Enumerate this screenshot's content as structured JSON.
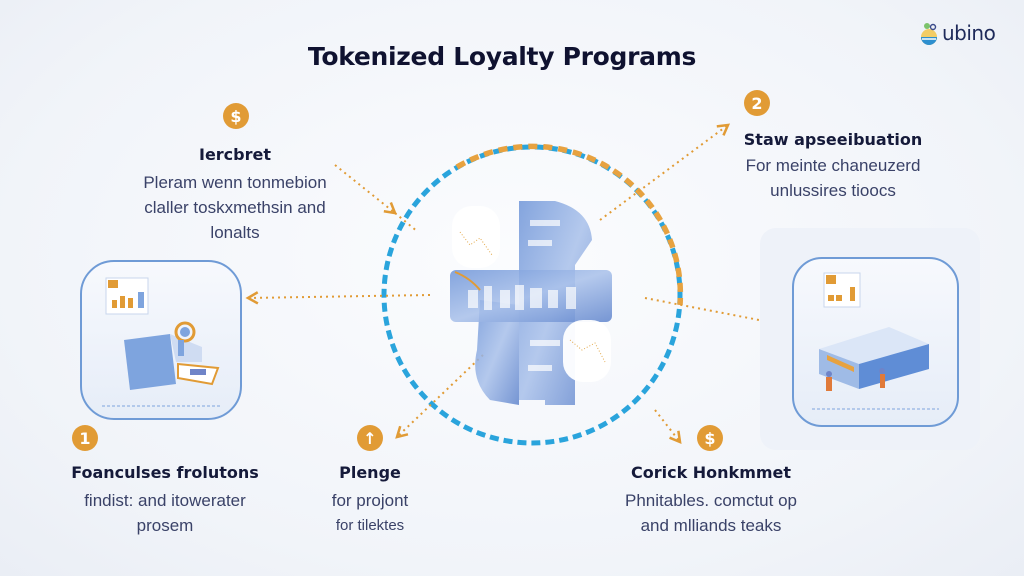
{
  "title": "Tokenized Loyalty Programs",
  "logo": {
    "text": "ubino"
  },
  "colors": {
    "accent_orange": "#e19b35",
    "ring_blue": "#2aa4dc",
    "card_blue": "#6f9bd6",
    "title": "#0f1230"
  },
  "steps": [
    {
      "badge": "$",
      "badge_icon": "dollar-icon",
      "heading": "Iercbret",
      "lines": [
        "Pleram wenn tonmebion",
        "claller toskxmethsin and",
        "lonalts"
      ]
    },
    {
      "badge": "2",
      "badge_icon": "number-2",
      "heading": "Staw apseeibuation",
      "lines": [
        "For meinte chaneuzerd",
        "unlussires tioocs"
      ]
    },
    {
      "badge": "1",
      "badge_icon": "number-1",
      "heading": "Foanculses frolutons",
      "lines": [
        "findist: and itowerater",
        "prosem"
      ]
    },
    {
      "badge": "↑",
      "badge_icon": "arrow-up-icon",
      "heading": "Plenge",
      "lines": [
        "for projont",
        "for tilektes"
      ]
    },
    {
      "badge": "$",
      "badge_icon": "dollar-icon",
      "heading": "Corick Honkmmet",
      "lines": [
        "Phnitables. comctut op",
        "and mlliands teaks"
      ]
    }
  ],
  "illustrations": {
    "left": "desk-with-document-illustration",
    "right": "building-with-people-illustration",
    "center": "blockchain-cross-illustration"
  }
}
